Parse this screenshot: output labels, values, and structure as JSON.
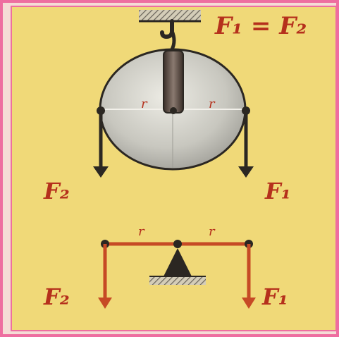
{
  "equation": "F₁ = F₂",
  "pulley": {
    "radius_left": "r",
    "radius_right": "r",
    "force_left": "F₂",
    "force_right": "F₁"
  },
  "lever": {
    "arm_left": "r",
    "arm_right": "r",
    "force_left": "F₂",
    "force_right": "F₁"
  },
  "colors": {
    "background": "#f0d978",
    "frame": "#ee6ea0",
    "label": "#b5301c",
    "lever": "#c64a25",
    "disc": "#c9c9c1",
    "dark": "#2b2722"
  }
}
